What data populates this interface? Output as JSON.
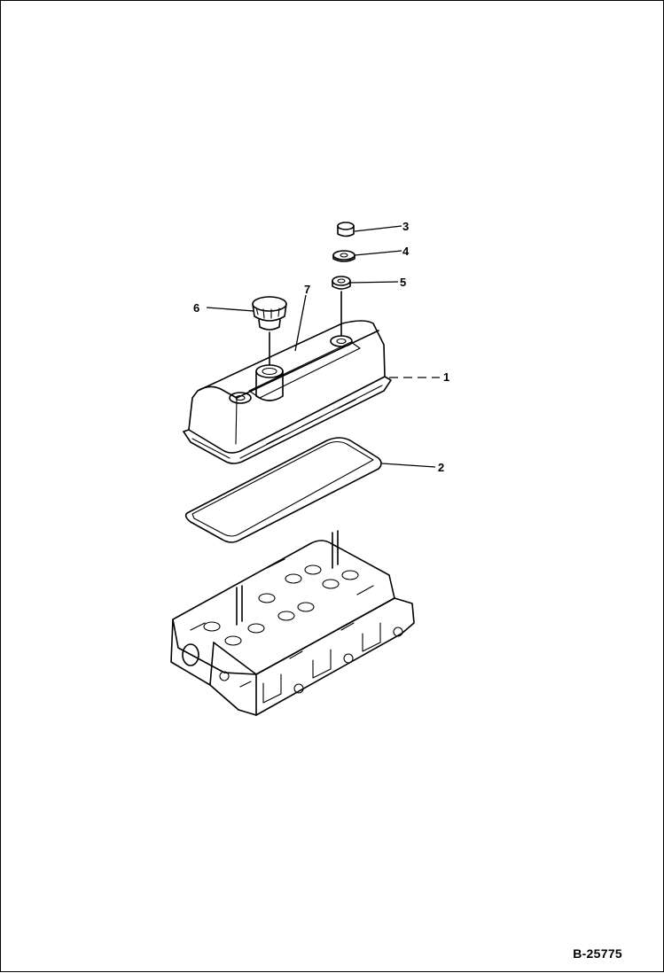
{
  "diagram": {
    "callouts": [
      {
        "id": "1",
        "label": "1"
      },
      {
        "id": "2",
        "label": "2"
      },
      {
        "id": "3",
        "label": "3"
      },
      {
        "id": "4",
        "label": "4"
      },
      {
        "id": "5",
        "label": "5"
      },
      {
        "id": "6",
        "label": "6"
      },
      {
        "id": "7",
        "label": "7"
      }
    ],
    "drawing_number": "B-25775"
  }
}
